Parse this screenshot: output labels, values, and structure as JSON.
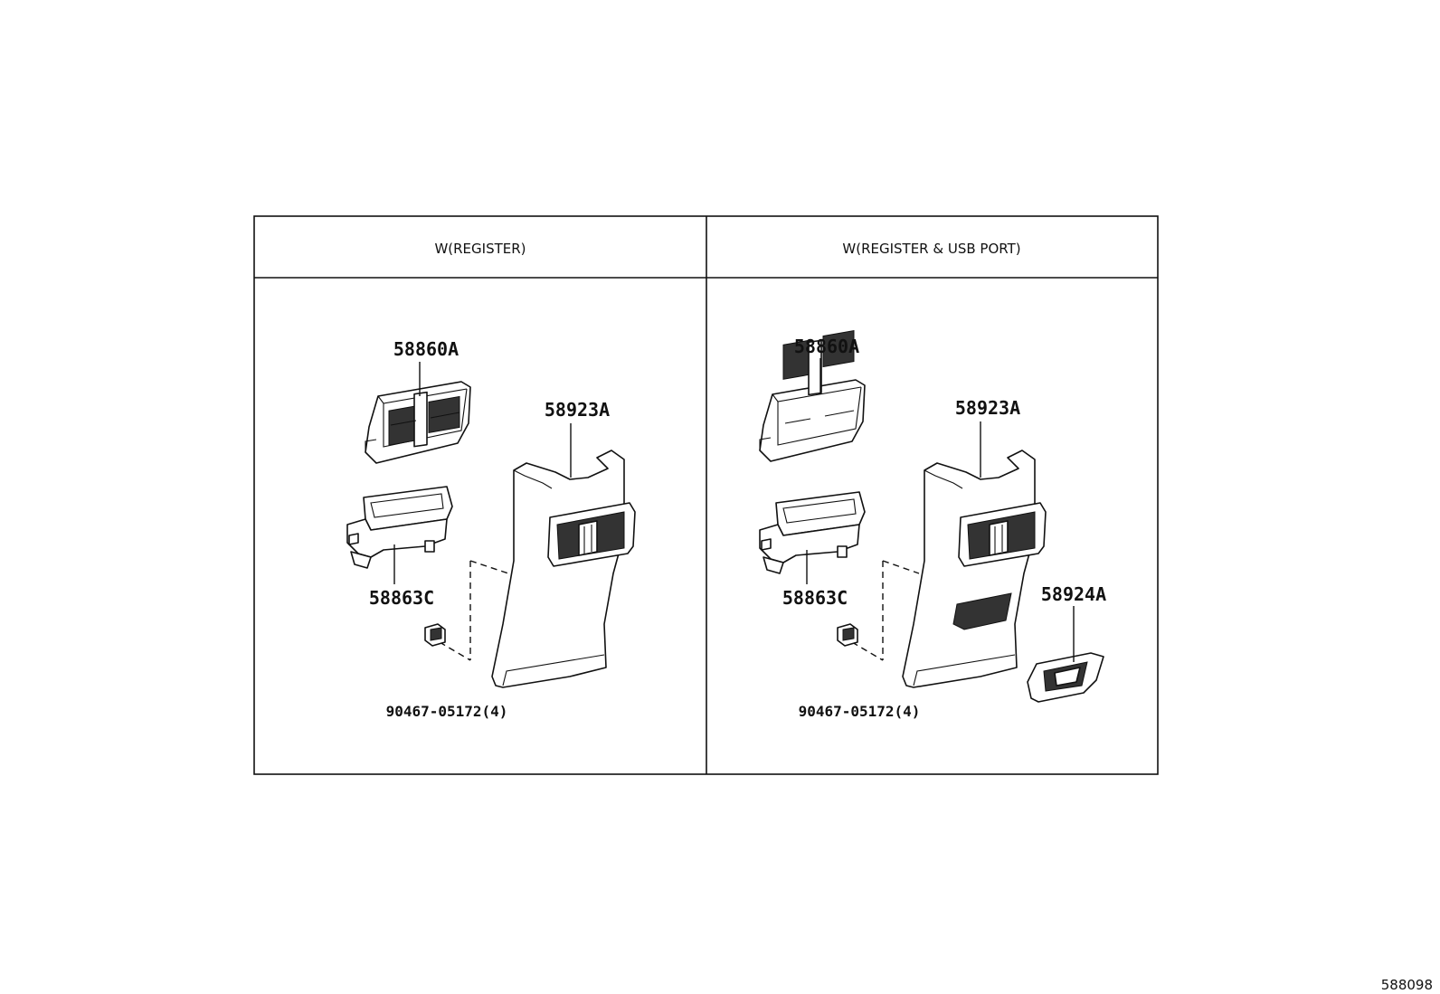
{
  "panels": [
    {
      "header": "W(REGISTER)",
      "labels": {
        "vent": "58860A",
        "panel": "58923A",
        "bezel": "58863C",
        "clip": "90467-05172(4)"
      }
    },
    {
      "header": "W(REGISTER & USB PORT)",
      "labels": {
        "vent": "58860A",
        "panel": "58923A",
        "bezel": "58863C",
        "clip": "90467-05172(4)",
        "usb": "58924A"
      }
    }
  ],
  "reference": "588098"
}
